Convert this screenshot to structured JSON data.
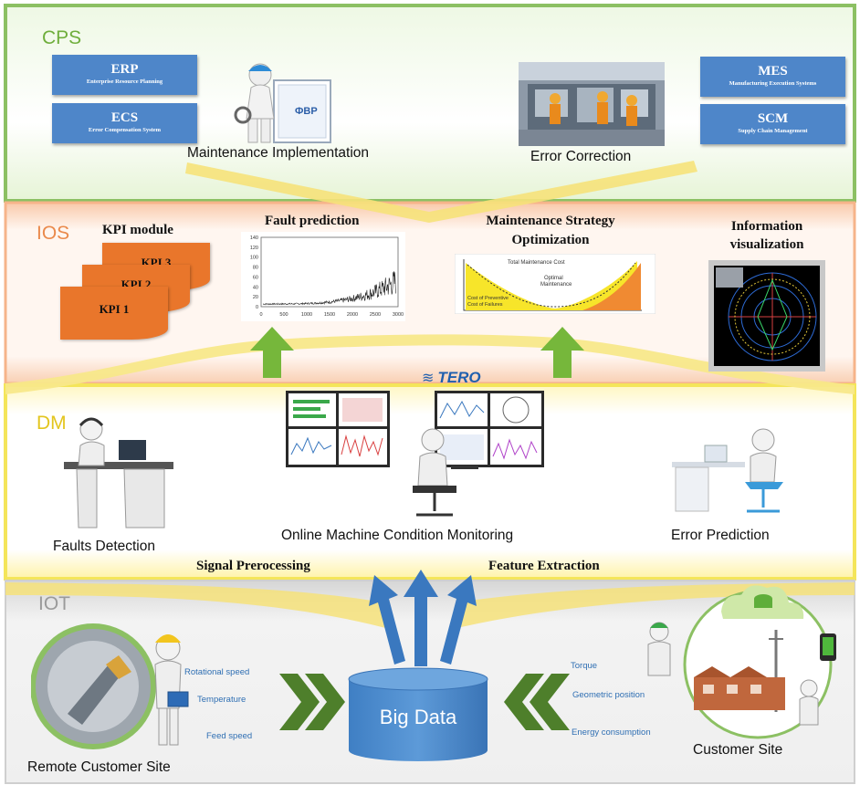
{
  "layers": {
    "cps": "CPS",
    "ios": "IOS",
    "dm": "DM",
    "iot": "IOT"
  },
  "cps": {
    "erp": {
      "title": "ERP",
      "subtitle": "Enterprise Resource Planning"
    },
    "ecs": {
      "title": "ECS",
      "subtitle": "Error Compensation System"
    },
    "mes": {
      "title": "MES",
      "subtitle": "Manufacturing Execution Systems"
    },
    "scm": {
      "title": "SCM",
      "subtitle": "Supply Chain Management"
    },
    "maintenance_label": "Maintenance Implementation",
    "correction_label": "Error Correction",
    "board_text": "ФBP"
  },
  "ios": {
    "kpi_title": "KPI module",
    "kpis": [
      "KPI 3",
      "KPI 2",
      "KPI 1"
    ],
    "fault_prediction": "Fault prediction",
    "fault_chart_xticks": [
      "0",
      "500",
      "1000",
      "1500",
      "2000",
      "2500",
      "3000"
    ],
    "fault_chart_yticks": [
      "140",
      "120",
      "100",
      "80",
      "60",
      "40",
      "20",
      "0"
    ],
    "strategy_title_1": "Maintenance Strategy",
    "strategy_title_2": "Optimization",
    "strategy_top_text": "Total Maintenance Cost",
    "strategy_mid_text_1": "Optimal",
    "strategy_mid_text_2": "Maintenance",
    "strategy_left_text_1": "Cost of Preventive",
    "strategy_left_text_2": "Cost of Failures",
    "info_vis_1": "Information",
    "info_vis_2": "visualization"
  },
  "dm": {
    "faults_detection": "Faults Detection",
    "online_monitoring": "Online Machine Condition Monitoring",
    "error_prediction": "Error Prediction",
    "tero_logo": "TERO"
  },
  "flow": {
    "signal_preprocessing": "Signal Prerocessing",
    "feature_extraction": "Feature Extraction"
  },
  "iot": {
    "big_data": "Big Data",
    "left_sensors": [
      "Rotational speed",
      "Temperature",
      "Feed speed"
    ],
    "right_sensors": [
      "Torque",
      "Geometric position",
      "Energy consumption"
    ],
    "remote_site": "Remote Customer Site",
    "customer_site": "Customer Site"
  },
  "colors": {
    "cps_border": "#8cc063",
    "ios_band": "#f7c6a6",
    "dm_border": "#f4e55a",
    "iot_band": "#d8d8d8",
    "arrow_green": "#76b73b",
    "chevron_green": "#4e7f2b",
    "arrow_blue": "#3a78bf",
    "kpi_orange": "#e9762b",
    "box_blue": "#4e86c9"
  }
}
